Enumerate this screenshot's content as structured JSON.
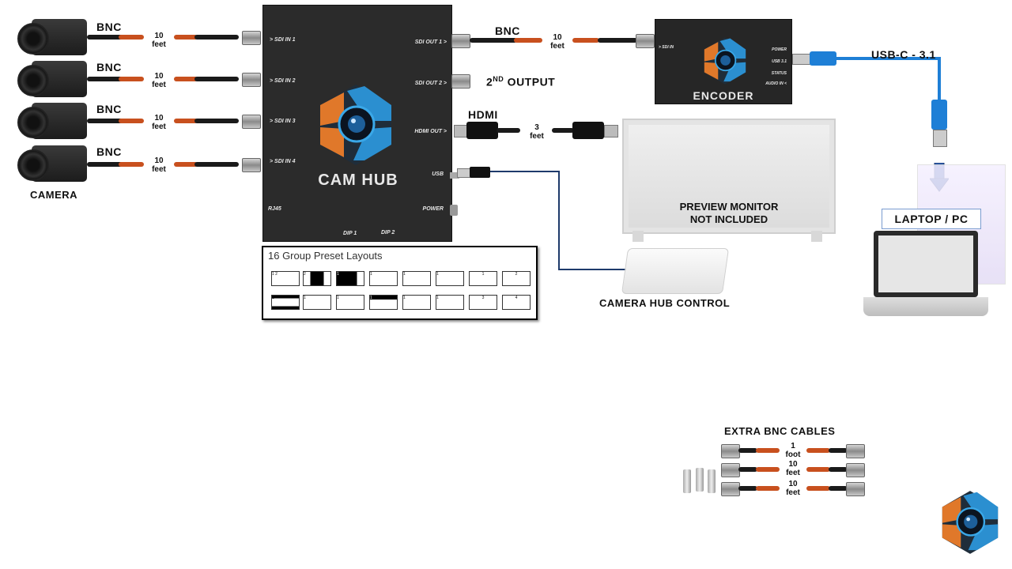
{
  "cameras": {
    "label": "CAMERA",
    "items": [
      {
        "connector": "BNC",
        "length": "10",
        "unit": "feet"
      },
      {
        "connector": "BNC",
        "length": "10",
        "unit": "feet"
      },
      {
        "connector": "BNC",
        "length": "10",
        "unit": "feet"
      },
      {
        "connector": "BNC",
        "length": "10",
        "unit": "feet"
      }
    ]
  },
  "hub": {
    "name": "CAM HUB",
    "inputs": [
      "> SDI IN 1",
      "> SDI IN 2",
      "> SDI IN 3",
      "> SDI IN 4"
    ],
    "outputs": [
      "SDI OUT 1 >",
      "SDI OUT 2 >",
      "HDMI OUT >",
      "USB"
    ],
    "rj45": "RJ45",
    "power": "POWER",
    "dip1": "DIP 1",
    "dip2": "DIP 2"
  },
  "sdi_out_cable": {
    "connector": "BNC",
    "length": "10",
    "unit": "feet"
  },
  "second_output": {
    "prefix": "2",
    "sup": "ND",
    "suffix": " OUTPUT"
  },
  "hdmi_cable": {
    "connector": "HDMI",
    "length": "3",
    "unit": "feet"
  },
  "encoder": {
    "name": "ENCODER",
    "input": "> SDI IN",
    "indicators": [
      "POWER",
      "USB 3.1",
      "STATUS",
      "AUDIO IN <"
    ]
  },
  "usb_link": {
    "label": "USB-C - 3.1"
  },
  "monitor": {
    "line1": "PREVIEW MONITOR",
    "line2": "NOT INCLUDED"
  },
  "pc": {
    "label": "LAPTOP / PC"
  },
  "keyboard": {
    "label": "CAMERA HUB CONTROL"
  },
  "presets": {
    "title": "16 Group Preset Layouts",
    "row1": [
      [
        "1",
        "2",
        "3",
        "4"
      ],
      [
        "2",
        "3",
        "4",
        "1"
      ],
      [
        "1",
        "2",
        "3",
        "4"
      ],
      [
        "1",
        "2",
        "3"
      ],
      [
        "1",
        "2"
      ],
      [
        "1",
        "2"
      ],
      [
        "1"
      ],
      [
        "2"
      ]
    ],
    "row2": [
      [
        "1",
        "2"
      ],
      [
        "1",
        "2",
        "3",
        "4"
      ],
      [
        "1",
        "2",
        "3",
        "4"
      ],
      [
        "1",
        "2",
        "3"
      ],
      [
        "1",
        "2"
      ],
      [
        "1",
        "2"
      ],
      [
        "3"
      ],
      [
        "4"
      ]
    ]
  },
  "extras": {
    "title": "EXTRA BNC CABLES",
    "cables": [
      {
        "length": "1",
        "unit": "foot"
      },
      {
        "length": "10",
        "unit": "feet"
      },
      {
        "length": "10",
        "unit": "feet"
      }
    ]
  },
  "colors": {
    "accent_orange": "#e0782a",
    "accent_blue": "#2b8fd0",
    "cable_orange": "#c8501e",
    "usb_blue": "#1e7fd6"
  }
}
